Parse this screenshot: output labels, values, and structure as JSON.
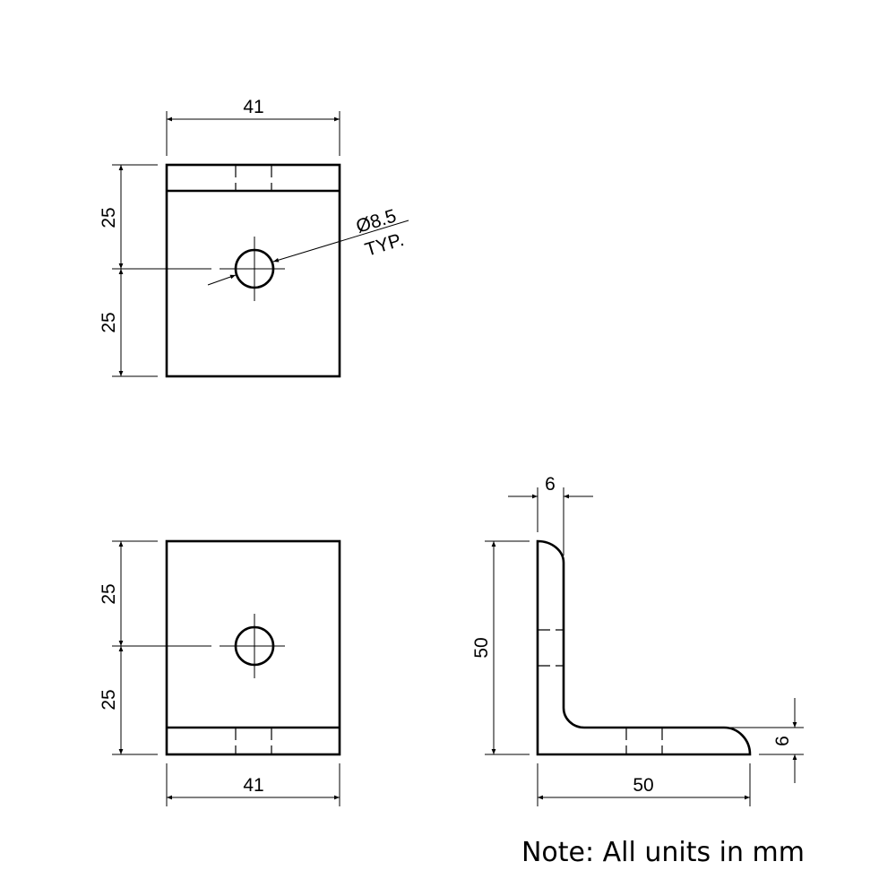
{
  "views": {
    "top": {
      "width": "41",
      "height_upper": "25",
      "height_lower": "25",
      "hole": "Ø8.5",
      "hole_note": "TYP."
    },
    "front": {
      "width": "41",
      "height_upper": "25",
      "height_lower": "25"
    },
    "side": {
      "thickness_vertical": "6",
      "height": "50",
      "width": "50",
      "thickness_horizontal": "6"
    }
  },
  "note": "Note: All units in mm"
}
